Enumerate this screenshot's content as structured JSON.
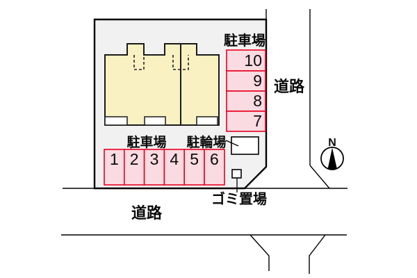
{
  "diagram": {
    "kind": "property-site-layout-plan",
    "colors": {
      "site_fill": "#f1f1f1",
      "building_fill": "#faf1c3",
      "parking_stall_fill": "#fadbe1",
      "parking_stall_border": "#e60021",
      "line": "#000000",
      "background": "#ffffff"
    },
    "parking_right": {
      "label": "駐車場",
      "stalls": [
        "10",
        "9",
        "8",
        "7"
      ]
    },
    "parking_bottom": {
      "label": "駐車場",
      "stalls": [
        "1",
        "2",
        "3",
        "4",
        "5",
        "6"
      ]
    },
    "bicycle": {
      "label": "駐輪場"
    },
    "garbage": {
      "label": "ゴミ置場"
    },
    "roads": {
      "right_label": "道路",
      "bottom_label": "道路"
    },
    "compass": {
      "north_label": "N"
    }
  }
}
